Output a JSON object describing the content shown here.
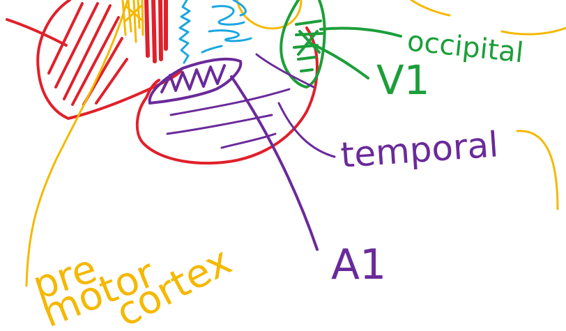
{
  "colors": {
    "red": "#e0202a",
    "orange": "#f5b800",
    "blue": "#1aa7e0",
    "green": "#1c9e3a",
    "purple": "#6a2a9a"
  },
  "labels": {
    "occipital": "occipital",
    "v1": "V1",
    "temporal": "temporal",
    "a1": "A1",
    "premotor_line1": "pre",
    "premotor_line2": "motor",
    "premotor_line3": "cortex"
  }
}
